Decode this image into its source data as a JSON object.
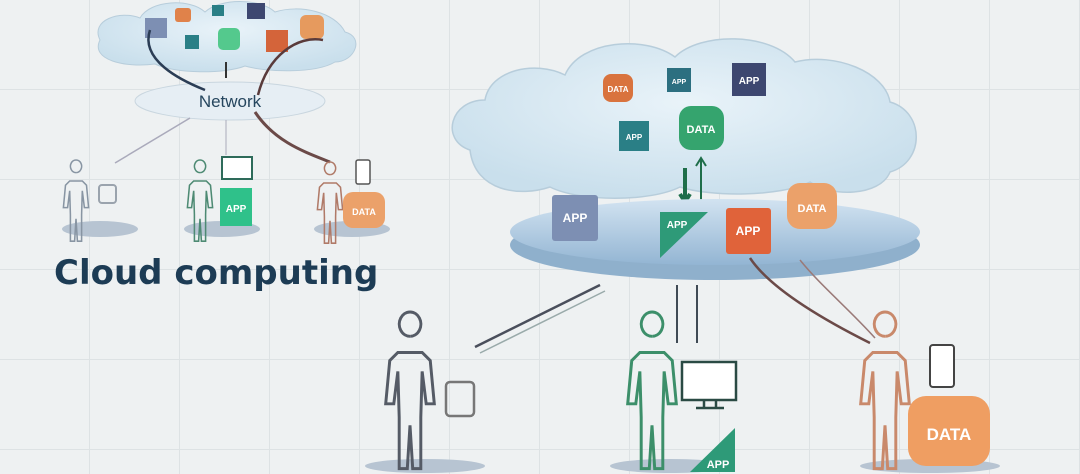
{
  "title": "Cloud computing",
  "network_label": "Network",
  "labels": {
    "app": "APP",
    "data": "DATA"
  },
  "colors": {
    "title": "#1d3c55",
    "cloud": "#d7e8f2",
    "platform": "#a9c6de",
    "green": "#2fa874",
    "orange": "#e0824a",
    "navy": "#3d4770",
    "teal": "#2a7f86",
    "slate": "#7d8fb3"
  }
}
